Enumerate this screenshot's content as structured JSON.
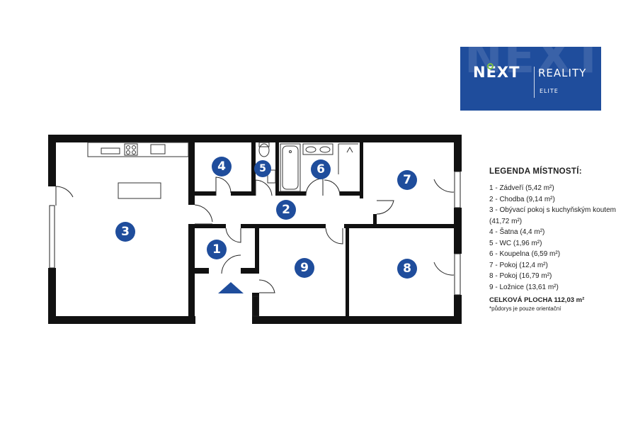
{
  "logo": {
    "brand": "NEXT",
    "sub": "REALITY",
    "tier": "ELITE",
    "colors": {
      "background": "#1f4d9c",
      "accent": "#7bc144"
    }
  },
  "plan": {
    "wall_color": "#111111",
    "marker_color": "#1f4d9c",
    "entrance_icon": "entrance-arrow-icon",
    "rooms": [
      {
        "num": "1"
      },
      {
        "num": "2"
      },
      {
        "num": "3"
      },
      {
        "num": "4"
      },
      {
        "num": "5"
      },
      {
        "num": "6"
      },
      {
        "num": "7"
      },
      {
        "num": "8"
      },
      {
        "num": "9"
      }
    ]
  },
  "legend": {
    "title": "LEGENDA MÍSTNOSTÍ:",
    "items": [
      "1 - Zádveří (5,42 m²)",
      "2 - Chodba (9,14 m²)",
      "3 - Obývací pokoj s kuchyňským koutem (41,72 m²)",
      "4 - Šatna (4,4 m²)",
      "5 - WC (1,96 m²)",
      "6 - Koupelna (6,59 m²)",
      "7 - Pokoj (12,4 m²)",
      "8 - Pokoj (16,79 m²)",
      "9 - Ložnice (13,61 m²)"
    ],
    "total": "CELKOVÁ PLOCHA 112,03 m²",
    "note": "*půdorys je pouze orientační"
  }
}
